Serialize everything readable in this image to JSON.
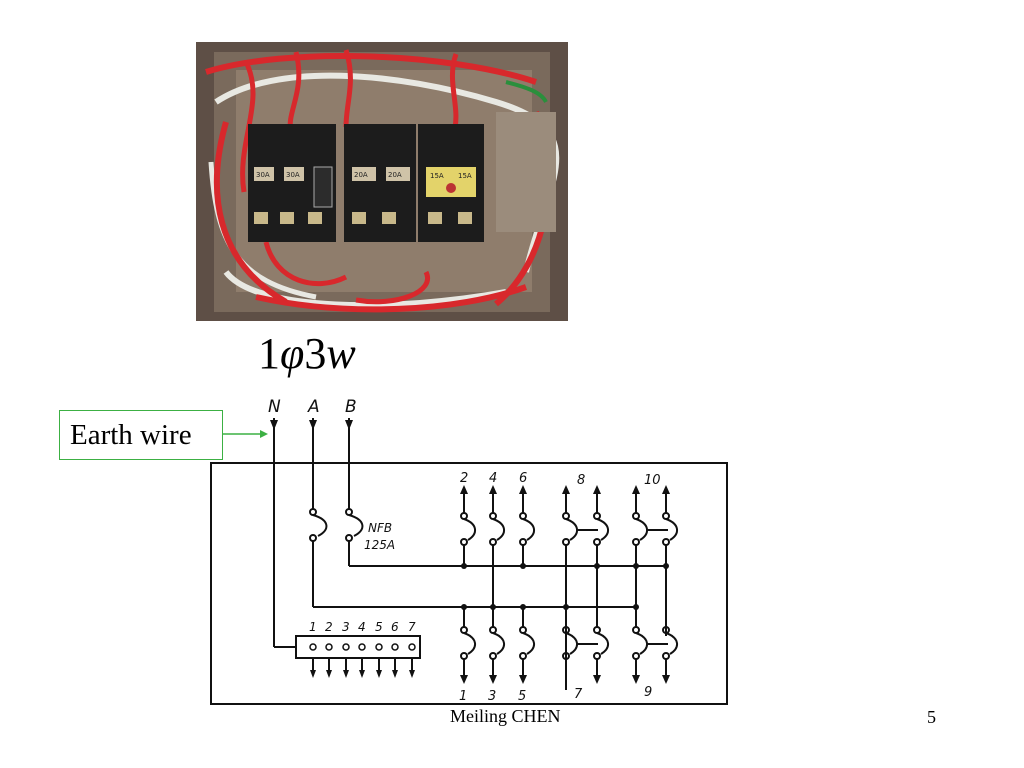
{
  "slide": {
    "formula_prefix": "1",
    "formula_phi": "φ",
    "formula_3": "3",
    "formula_w": "w",
    "earth_label": "Earth wire",
    "author": "Meiling CHEN",
    "page_number": "5"
  },
  "diagram": {
    "phase_labels": [
      "N",
      "A",
      "B"
    ],
    "main_breaker": [
      "NFB",
      "125A"
    ],
    "upper_outputs": [
      "2",
      "4",
      "6",
      "8",
      "10"
    ],
    "lower_outputs": [
      "1",
      "3",
      "5",
      "7",
      "9"
    ],
    "neutral_bar": [
      "1",
      "2",
      "3",
      "4",
      "5",
      "6",
      "7"
    ]
  },
  "photo": {
    "breaker_labels": [
      "30A",
      "30A",
      "20A",
      "20A",
      "15A",
      "15A"
    ]
  },
  "colors": {
    "earth_arrow": "#3cb043",
    "wire_red": "#d8282c",
    "wire_white": "#e8e8e2"
  }
}
